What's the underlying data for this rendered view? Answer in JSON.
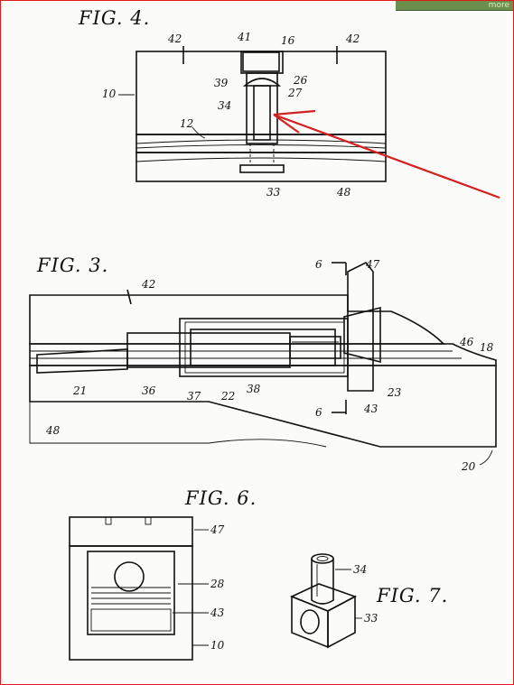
{
  "corner_badge": "more",
  "figures": {
    "fig4": {
      "title": "FIG. 4.",
      "labels": [
        "42",
        "41",
        "16",
        "42",
        "10",
        "39",
        "26",
        "27",
        "34",
        "12",
        "33",
        "48"
      ]
    },
    "fig3": {
      "title": "FIG. 3.",
      "labels": [
        "6",
        "47",
        "42",
        "46",
        "18",
        "21",
        "36",
        "37",
        "22",
        "38",
        "23",
        "43",
        "48",
        "6",
        "20"
      ]
    },
    "fig6": {
      "title": "FIG. 6.",
      "labels": [
        "47",
        "28",
        "43",
        "10"
      ]
    },
    "fig7": {
      "title": "FIG. 7.",
      "labels": [
        "34",
        "33"
      ]
    }
  },
  "annotation": {
    "arrow_color": "#d42020"
  },
  "colors": {
    "frame": "#e01b1b",
    "ink": "#111111",
    "paper": "#fbfbf9"
  }
}
